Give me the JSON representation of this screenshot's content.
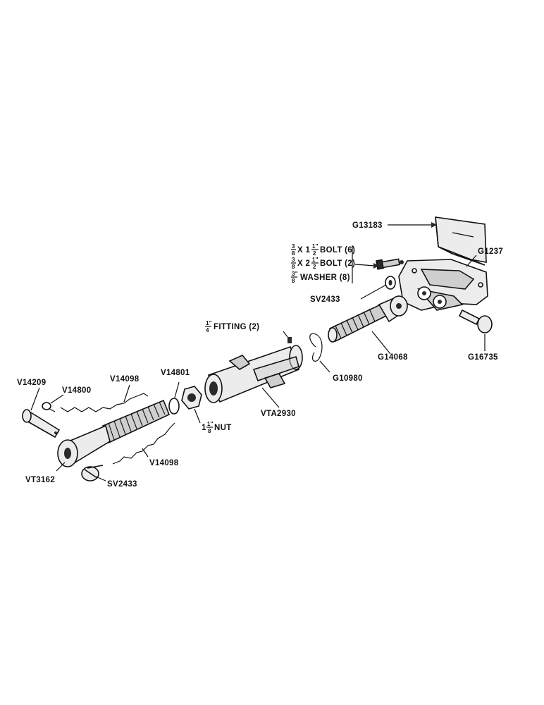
{
  "labels": {
    "g13183": "G13183",
    "g1237": "G1237",
    "bolt1_a": "3",
    "bolt1_b": "8",
    "bolt1_c": "X 1",
    "bolt1_d": "1\"",
    "bolt1_e": "2",
    "bolt1_f": "BOLT (6)",
    "bolt2_a": "3",
    "bolt2_b": "8",
    "bolt2_c": "X 2",
    "bolt2_d": "1\"",
    "bolt2_e": "2",
    "bolt2_f": "BOLT (2)",
    "washer_a": "3\"",
    "washer_b": "8",
    "washer_c": "WASHER (8)",
    "sv2433_top": "SV2433",
    "g16735": "G16735",
    "g14068": "G14068",
    "fitting_a": "1\"",
    "fitting_b": "4",
    "fitting_c": "FITTING (2)",
    "g10980": "G10980",
    "vta2930": "VTA2930",
    "v14801": "V14801",
    "nut_a": "1",
    "nut_b": "1\"",
    "nut_c": "8",
    "nut_d": "NUT",
    "v14209": "V14209",
    "v14800": "V14800",
    "v14098_top": "V14098",
    "v14098_bot": "V14098",
    "vt3162": "VT3162",
    "sv2433_bot": "SV2433"
  }
}
